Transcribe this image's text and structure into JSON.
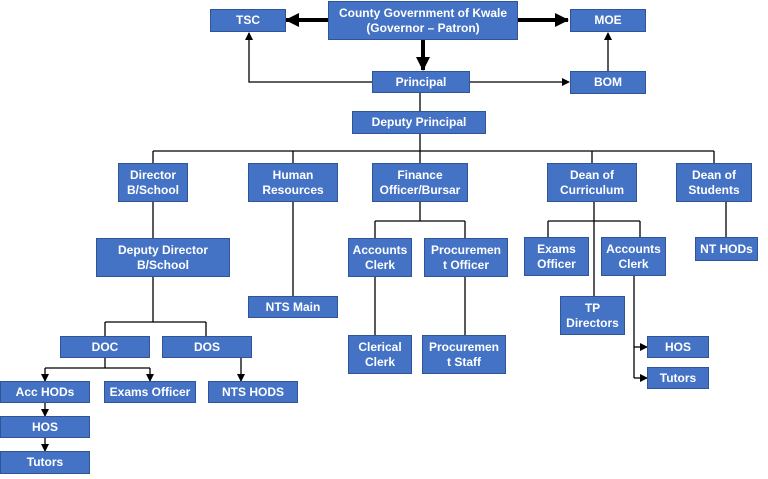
{
  "nodes": {
    "county": "County Government of Kwale\n(Governor – Patron)",
    "tsc": "TSC",
    "moe": "MOE",
    "principal": "Principal",
    "bom": "BOM",
    "deputy_principal": "Deputy Principal",
    "director_bschool": "Director\nB/School",
    "human_resources": "Human\nResources",
    "finance_officer": "Finance\nOfficer/Bursar",
    "dean_curriculum": "Dean of\nCurriculum",
    "dean_students": "Dean of\nStudents",
    "deputy_director": "Deputy Director\nB/School",
    "accounts_clerk_finance": "Accounts\nClerk",
    "procurement_officer": "Procuremen\nt Officer",
    "exams_officer_dean": "Exams\nOfficer",
    "accounts_clerk_dean": "Accounts\nClerk",
    "nt_hods": "NT HODs",
    "nts_main": "NTS Main",
    "tp_directors": "TP\nDirectors",
    "clerical_clerk": "Clerical\nClerk",
    "procurement_staff": "Procuremen\nt Staff",
    "doc": "DOC",
    "dos": "DOS",
    "hos_right": "HOS",
    "acc_hods": "Acc HODs",
    "exams_officer": "Exams Officer",
    "nts_hods": "NTS HODS",
    "tutors_right": "Tutors",
    "hos_left": "HOS",
    "tutors_left": "Tutors"
  },
  "colors": {
    "box_fill": "#4472c4",
    "box_border": "#2f5597",
    "text": "#ffffff",
    "line": "#000000"
  }
}
